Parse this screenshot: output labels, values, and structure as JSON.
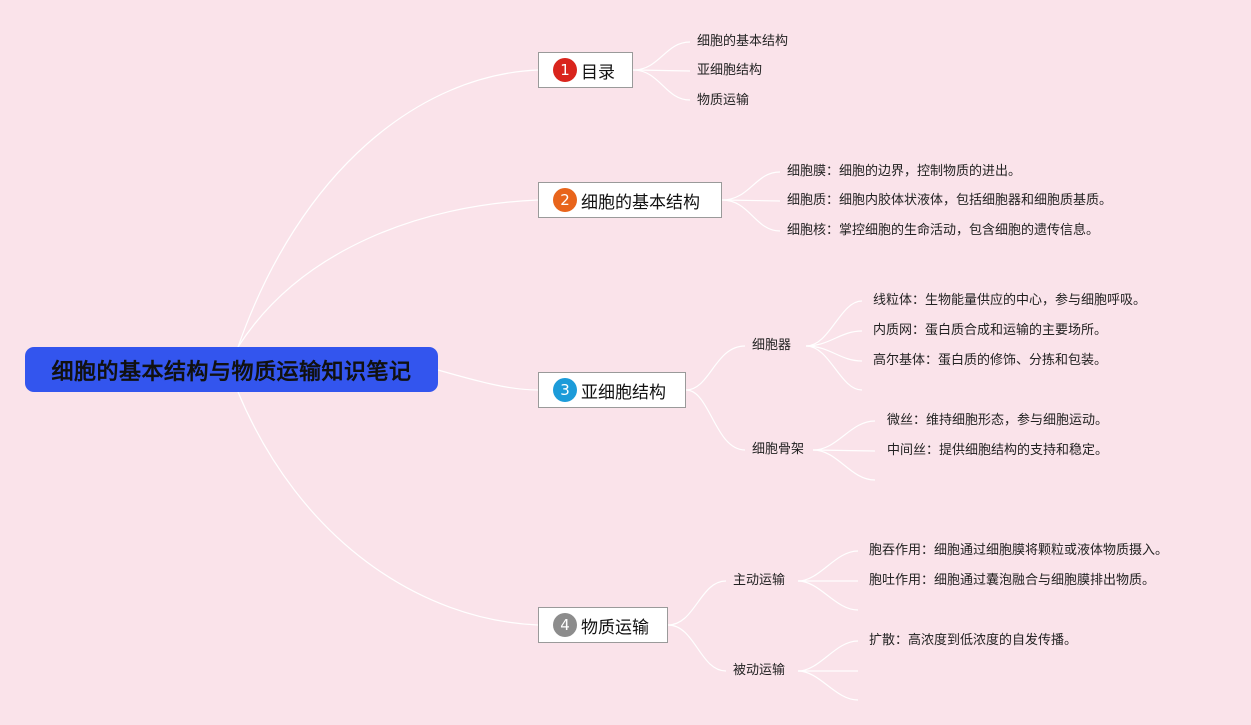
{
  "root": {
    "title": "细胞的基本结构与物质运输知识笔记"
  },
  "colors": {
    "background": "#fae3ea",
    "root_fill": "#3355ee",
    "badge_1": "#d9241c",
    "badge_2": "#e8641b",
    "badge_3": "#1c9bd9",
    "badge_4": "#8c8c8c",
    "connector": "#ffffff"
  },
  "topics": [
    {
      "number": "1",
      "title": "目录",
      "items": [
        "细胞的基本结构",
        "亚细胞结构",
        "物质运输"
      ]
    },
    {
      "number": "2",
      "title": "细胞的基本结构",
      "items": [
        "细胞膜：细胞的边界，控制物质的进出。",
        "细胞质：细胞内胶体状液体，包括细胞器和细胞质基质。",
        "细胞核：掌控细胞的生命活动，包含细胞的遗传信息。"
      ]
    },
    {
      "number": "3",
      "title": "亚细胞结构",
      "groups": [
        {
          "title": "细胞器",
          "items": [
            "线粒体：生物能量供应的中心，参与细胞呼吸。",
            "内质网：蛋白质合成和运输的主要场所。",
            "高尔基体：蛋白质的修饰、分拣和包装。"
          ]
        },
        {
          "title": "细胞骨架",
          "items": [
            "微丝：维持细胞形态，参与细胞运动。",
            "中间丝：提供细胞结构的支持和稳定。"
          ]
        }
      ]
    },
    {
      "number": "4",
      "title": "物质运输",
      "groups": [
        {
          "title": "主动运输",
          "items": [
            "胞吞作用：细胞通过细胞膜将颗粒或液体物质摄入。",
            "胞吐作用：细胞通过囊泡融合与细胞膜排出物质。"
          ]
        },
        {
          "title": "被动运输",
          "items": [
            "扩散：高浓度到低浓度的自发传播。"
          ]
        }
      ]
    }
  ]
}
